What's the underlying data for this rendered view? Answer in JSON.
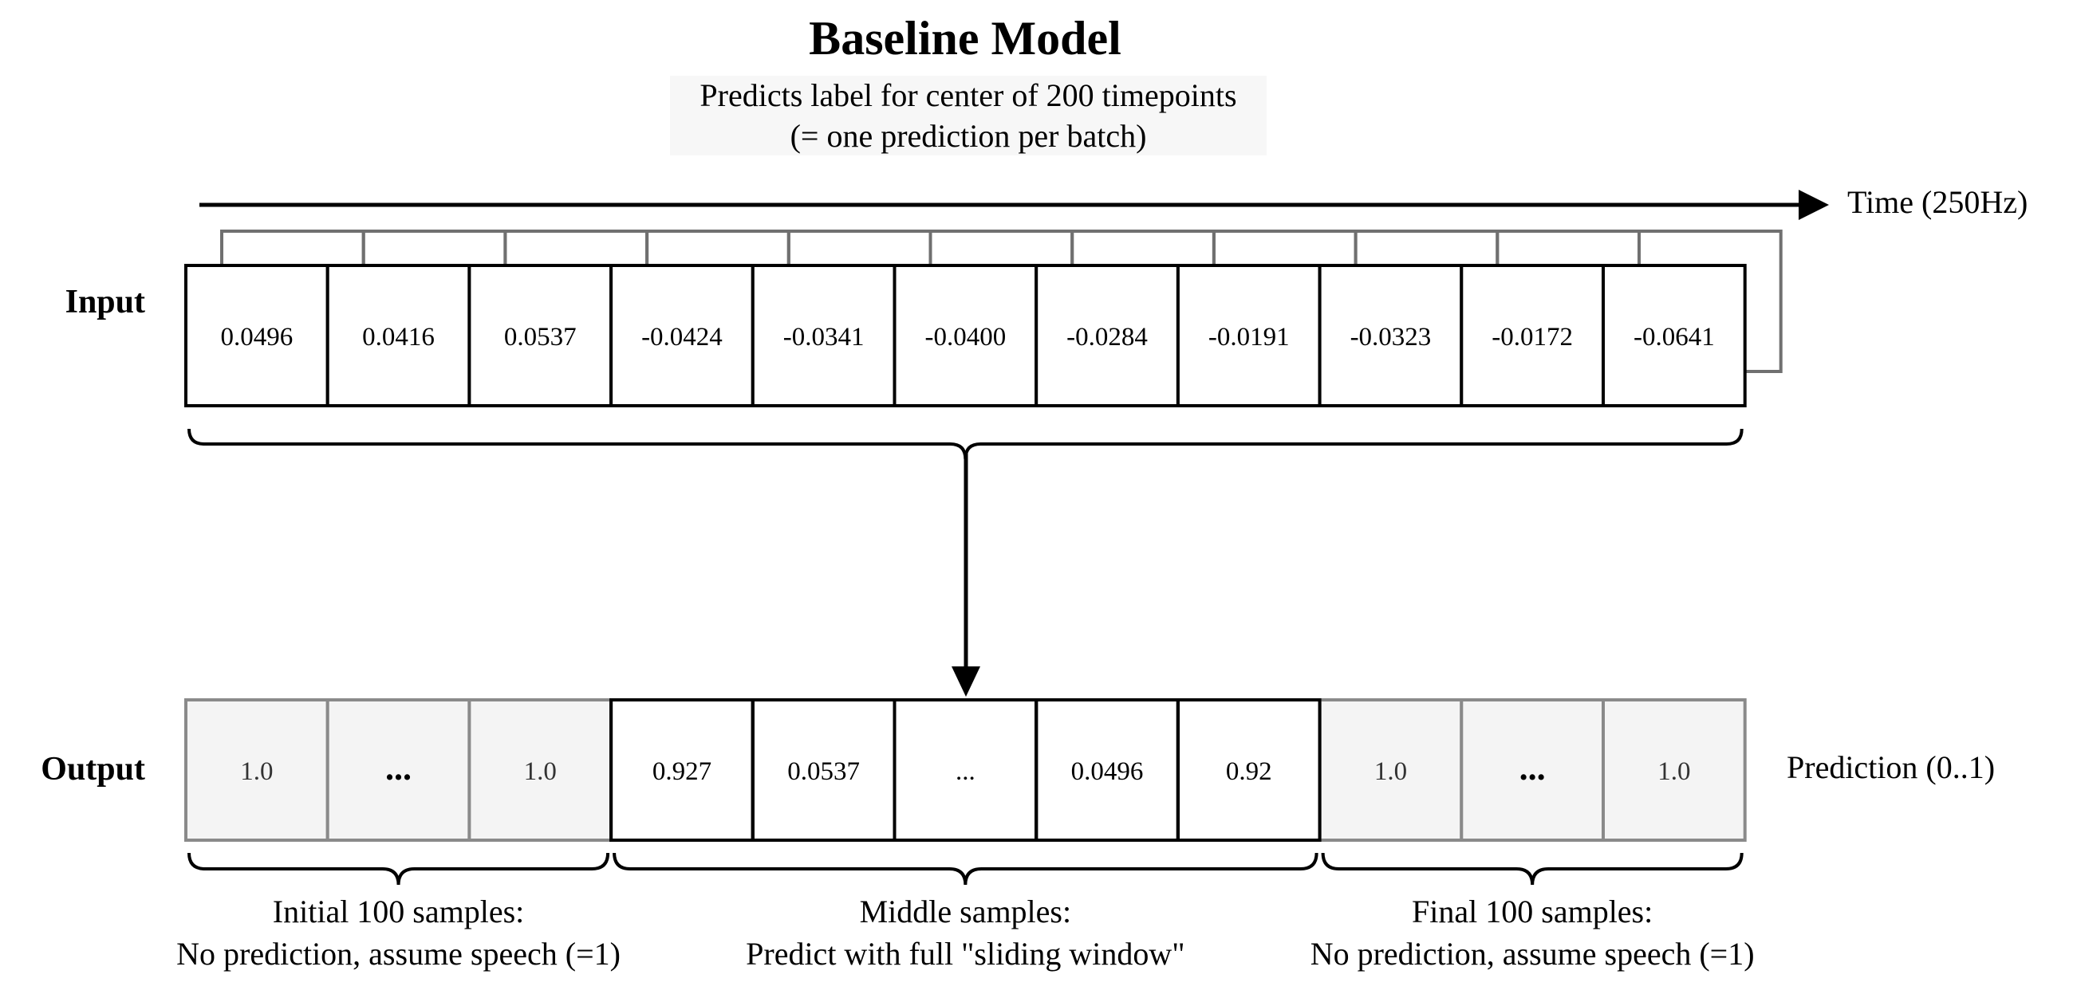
{
  "title": "Baseline Model",
  "subtitle": {
    "line1": "Predicts label for center of 200 timepoints",
    "line2": "(= one prediction per batch)"
  },
  "time_axis_label": "Time (250Hz)",
  "input": {
    "label": "Input",
    "values": [
      "0.0496",
      "0.0416",
      "0.0537",
      "-0.0424",
      "-0.0341",
      "-0.0400",
      "-0.0284",
      "-0.0191",
      "-0.0323",
      "-0.0172",
      "-0.0641"
    ]
  },
  "output": {
    "label": "Output",
    "side_label": "Prediction (0..1)",
    "cells": [
      {
        "value": "1.0",
        "group": "initial"
      },
      {
        "value": "...",
        "group": "initial"
      },
      {
        "value": "1.0",
        "group": "initial"
      },
      {
        "value": "0.927",
        "group": "middle"
      },
      {
        "value": "0.0537",
        "group": "middle"
      },
      {
        "value": "...",
        "group": "middle"
      },
      {
        "value": "0.0496",
        "group": "middle"
      },
      {
        "value": "0.92",
        "group": "middle"
      },
      {
        "value": "1.0",
        "group": "final"
      },
      {
        "value": "...",
        "group": "final"
      },
      {
        "value": "1.0",
        "group": "final"
      }
    ]
  },
  "groups": [
    {
      "id": "initial",
      "line1": "Initial 100 samples:",
      "line2": "No prediction, assume speech (=1)"
    },
    {
      "id": "middle",
      "line1": "Middle  samples:",
      "line2": "Predict with full \"sliding window\""
    },
    {
      "id": "final",
      "line1": "Final 100 samples:",
      "line2": "No prediction, assume speech (=1)"
    }
  ],
  "colors": {
    "stroke": "#000000",
    "context_stroke": "#707070",
    "padded_fill": "#f4f4f4",
    "padded_stroke": "#8a8a8a",
    "subtitle_bg": "#f7f7f7"
  }
}
